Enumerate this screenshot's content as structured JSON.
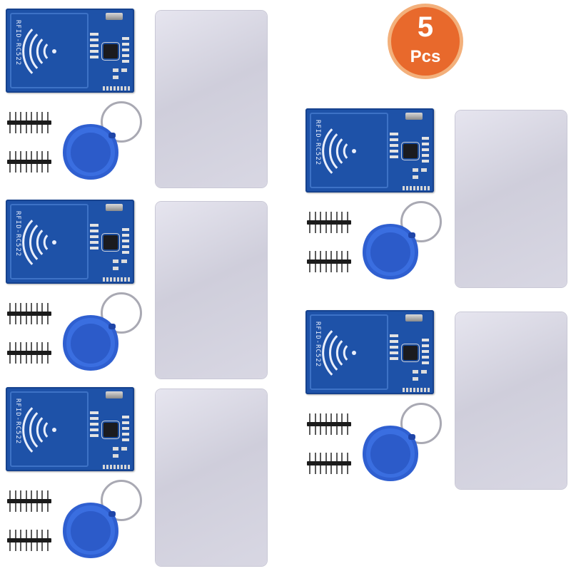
{
  "badge": {
    "count": "5",
    "unit": "Pcs",
    "color": "#e8692c"
  },
  "module": {
    "silkscreen": "RFID-RC522",
    "board_color": "#1e52a8"
  },
  "key_fob": {
    "color": "#2f5fd0"
  },
  "card": {
    "color": "#d6d5e1"
  },
  "kits": [
    {
      "id": "kit-1"
    },
    {
      "id": "kit-2"
    },
    {
      "id": "kit-3"
    },
    {
      "id": "kit-4"
    },
    {
      "id": "kit-5"
    }
  ]
}
